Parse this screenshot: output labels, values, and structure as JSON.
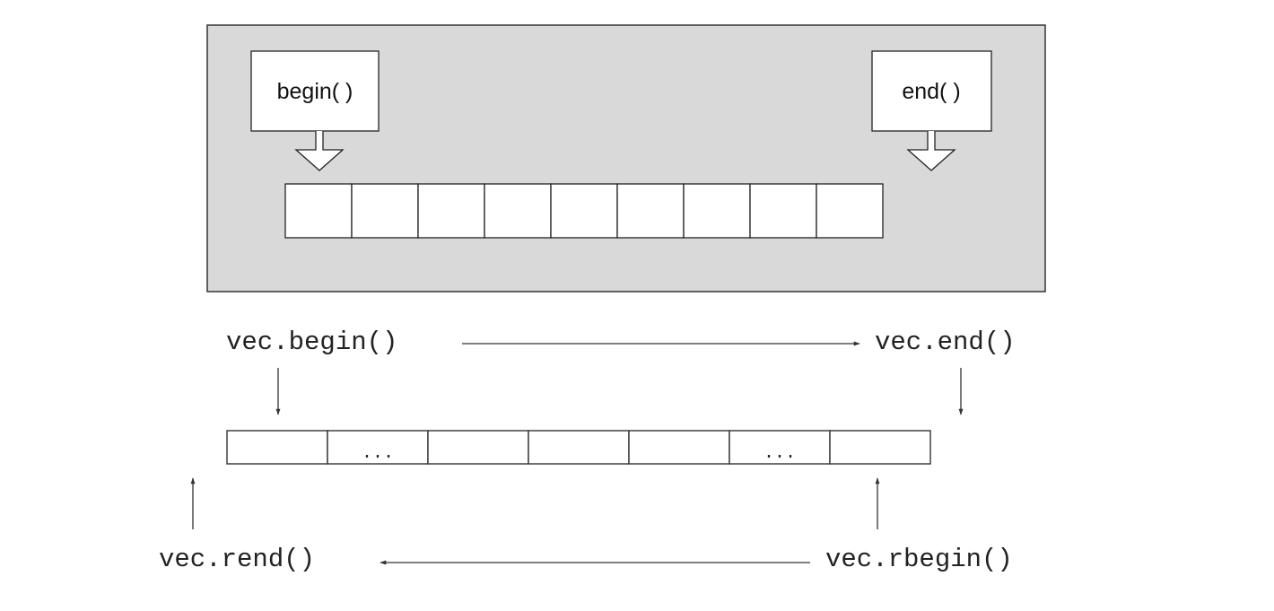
{
  "top_diagram": {
    "begin_label": "begin( )",
    "end_label": "end( )",
    "cells": 9,
    "panel_color": "#d9d9d9"
  },
  "bottom_diagram": {
    "vec_begin": "vec.begin()",
    "vec_end": "vec.end()",
    "vec_rend": "vec.rend()",
    "vec_rbegin": "vec.rbegin()",
    "cells": [
      "",
      "...",
      "",
      "",
      "",
      "...",
      ""
    ]
  }
}
